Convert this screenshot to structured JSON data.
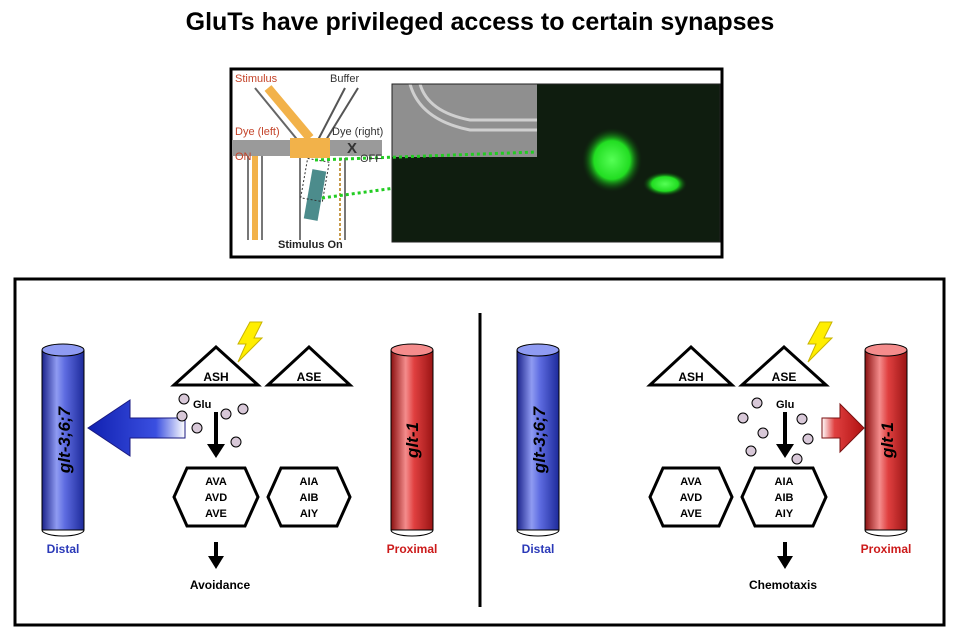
{
  "title": "GluTs have privileged access to certain synapses",
  "device": {
    "stimulus": "Stimulus",
    "buffer": "Buffer",
    "dye_left": "Dye (left)",
    "dye_right": "Dye (right)",
    "on": "ON",
    "off": "OFF",
    "x_mark": "X",
    "stimulus_on": "Stimulus On"
  },
  "panels": [
    {
      "id": "left",
      "distal_gene": "glt-3;6;7",
      "distal_label": "Distal",
      "proximal_gene": "glt-1",
      "proximal_label": "Proximal",
      "sensory": [
        "ASH",
        "ASE"
      ],
      "glu_label": "Glu",
      "inter_groups": [
        [
          "AVA",
          "AVD",
          "AVE"
        ],
        [
          "AIA",
          "AIB",
          "AIY"
        ]
      ],
      "outcome": "Avoidance",
      "active_sensory": "ASH",
      "transport_toward": "Distal"
    },
    {
      "id": "right",
      "distal_gene": "glt-3;6;7",
      "distal_label": "Distal",
      "proximal_gene": "glt-1",
      "proximal_label": "Proximal",
      "sensory": [
        "ASH",
        "ASE"
      ],
      "glu_label": "Glu",
      "inter_groups": [
        [
          "AVA",
          "AVD",
          "AVE"
        ],
        [
          "AIA",
          "AIB",
          "AIY"
        ]
      ],
      "outcome": "Chemotaxis",
      "active_sensory": "ASE",
      "transport_toward": "Proximal"
    }
  ],
  "colors": {
    "distal_blue": "#3344cc",
    "proximal_red": "#dd2222",
    "dye_orange": "#f2b24a",
    "gfp_green": "#33ff33",
    "lightning": "#ffee00",
    "vesicle": "#d8c8d8"
  }
}
